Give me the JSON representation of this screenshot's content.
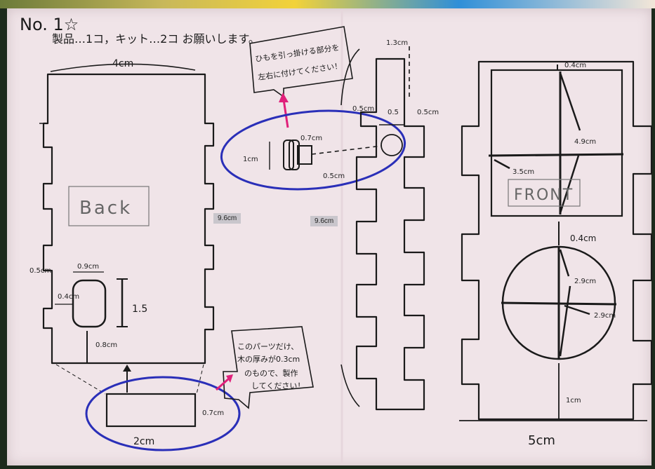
{
  "header": {
    "title": "No. 1☆",
    "order_line": "製品…1コ，キット…2コ お願いします。"
  },
  "back_part": {
    "width_label": "4cm",
    "side_label": "Back",
    "hole_width": "0.9cm",
    "hole_height": "1.5",
    "hole_offset": "0.4cm",
    "tab_width": "0.5cm",
    "hole_bottom": "0.8cm"
  },
  "detail_bottom": {
    "width_label": "2cm",
    "height_label": "0.7cm"
  },
  "note_bottom": {
    "lines": [
      "このパーツだけ、",
      "木の厚みが0.3cm",
      "のもので、製作",
      "してください！"
    ]
  },
  "note_top": {
    "lines": [
      "ひもを引っ掛ける部分を",
      "左右に付けてください！"
    ]
  },
  "detail_hook": {
    "dia_label": "1cm",
    "depth_label": "0.7cm",
    "gap_label": "0.5cm"
  },
  "side_part": {
    "top_label": "1.3cm",
    "tab_left": "0.5cm",
    "mid_label": "0.5",
    "tab_right": "0.5cm"
  },
  "height_labels": {
    "left": "9.6cm",
    "right": "9.6cm"
  },
  "front_part": {
    "side_label": "FRONT",
    "top_gap": "0.4cm",
    "window_height": "4.9cm",
    "window_width": "3.5cm",
    "gap_between": "0.4cm",
    "circle_v": "2.9cm",
    "circle_h": "2.9cm",
    "bottom_gap": "1cm",
    "width_label": "5cm"
  },
  "colors": {
    "ink": "#1a1a1a",
    "blue_circle": "#2a2fb8",
    "pink_arrow": "#e0207a",
    "paper": "#f0e4e8"
  }
}
